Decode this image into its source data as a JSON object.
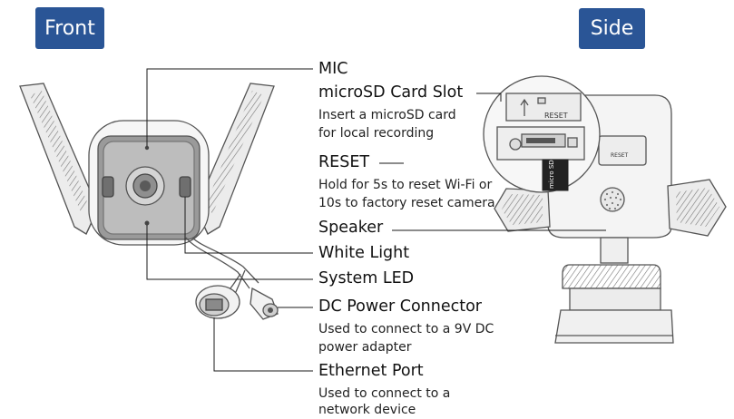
{
  "badges": {
    "front": "Front",
    "side": "Side"
  },
  "callouts": {
    "mic": {
      "title": "MIC"
    },
    "microsd": {
      "title": "microSD Card Slot",
      "desc_line1": "Insert a microSD card",
      "desc_line2": "for local recording"
    },
    "reset": {
      "title": "RESET",
      "desc_line1": "Hold for 5s to reset Wi-Fi or",
      "desc_line2": "10s to factory reset camera"
    },
    "speaker": {
      "title": "Speaker"
    },
    "white_light": {
      "title": "White Light"
    },
    "system_led": {
      "title": "System LED"
    },
    "dc_power": {
      "title": "DC Power Connector",
      "desc_line1": "Used to connect to a 9V DC",
      "desc_line2": "power adapter"
    },
    "ethernet": {
      "title": "Ethernet Port",
      "desc_line1": "Used to connect to a",
      "desc_line2": "network device"
    }
  },
  "device_labels": {
    "reset_small": "RESET",
    "reset_tiny": "RESET",
    "sd_card": "micro SD"
  },
  "colors": {
    "badge": "#2a5596",
    "line": "#1a1a1a",
    "device_body": "#f4f4f4",
    "device_outline": "#555555"
  }
}
